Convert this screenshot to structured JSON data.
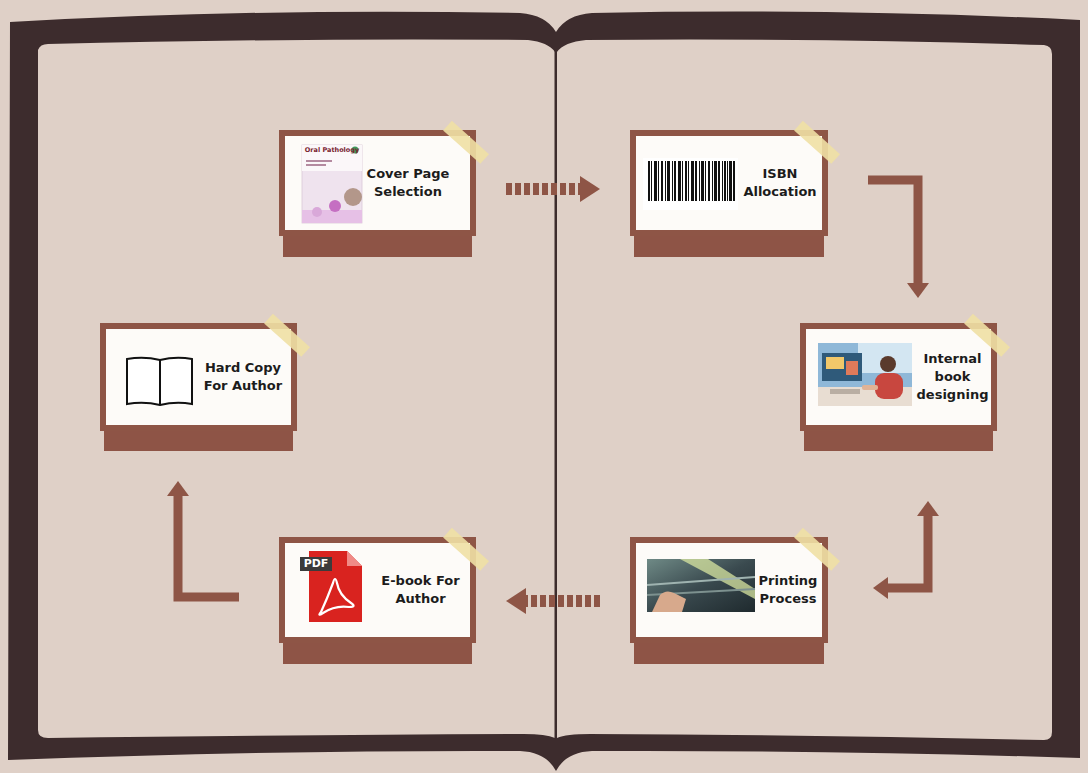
{
  "diagram": {
    "nodes": [
      {
        "text": [
          "Cover Page Selection"
        ]
      },
      {
        "text": [
          "ISBN Allocation"
        ]
      },
      {
        "text": [
          "Internal book designing"
        ]
      },
      {
        "text": [
          "Printing Process"
        ]
      },
      {
        "text": [
          "E-book For Author"
        ]
      },
      {
        "text": [
          "Hard Copy For Author"
        ]
      }
    ],
    "edges": [
      {
        "from": 0,
        "to": 1,
        "arrow": "to"
      },
      {
        "from": 1,
        "to": 2,
        "arrow": "to"
      },
      {
        "from": 2,
        "to": 3,
        "arrow": "both"
      },
      {
        "from": 3,
        "to": 4,
        "arrow": "to"
      },
      {
        "from": 4,
        "to": 5,
        "arrow": "to"
      }
    ],
    "labels": [
      "Oral Pathology",
      "PDF"
    ]
  }
}
